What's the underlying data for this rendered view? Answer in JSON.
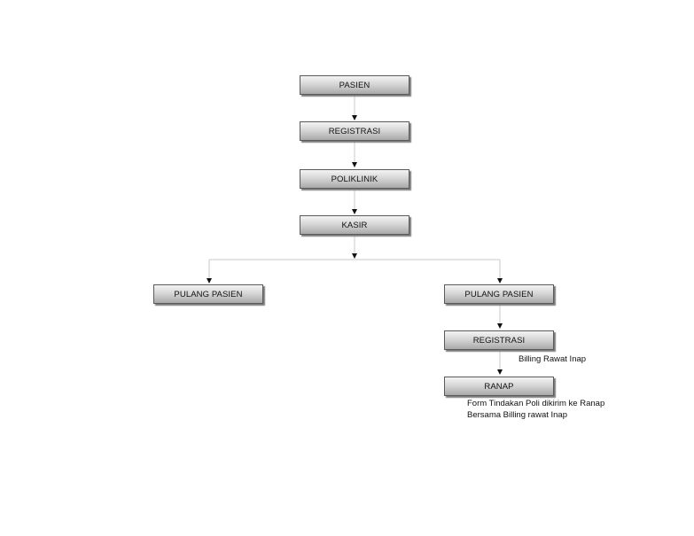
{
  "nodes": {
    "pasien": "PASIEN",
    "registrasi_1": "REGISTRASI",
    "poliklinik": "POLIKLINIK",
    "kasir": "KASIR",
    "pulang_pasien_left": "PULANG PASIEN",
    "pulang_pasien_right": "PULANG PASIEN",
    "registrasi_2": "REGISTRASI",
    "ranap": "RANAP"
  },
  "notes": {
    "billing_rawat_inap": "Billing Rawat Inap",
    "form_line_1": "Form Tindakan Poli dikirim ke Ranap",
    "form_line_2": "Bersama Billing rawat Inap"
  },
  "edges": [
    {
      "from": "pasien",
      "to": "registrasi_1"
    },
    {
      "from": "registrasi_1",
      "to": "poliklinik"
    },
    {
      "from": "poliklinik",
      "to": "kasir"
    },
    {
      "from": "kasir",
      "to": "pulang_pasien_left"
    },
    {
      "from": "kasir",
      "to": "pulang_pasien_right"
    },
    {
      "from": "pulang_pasien_right",
      "to": "registrasi_2"
    },
    {
      "from": "registrasi_2",
      "to": "ranap"
    }
  ],
  "colors": {
    "connector": "#c8c8c8",
    "arrowhead": "#111111"
  }
}
